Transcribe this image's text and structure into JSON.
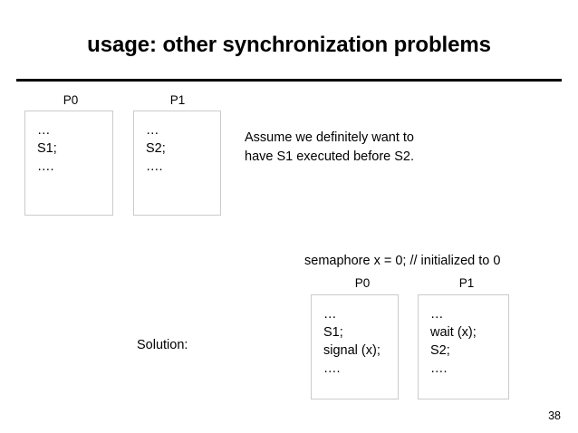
{
  "slide": {
    "title": "usage: other synchronization problems",
    "page_number": "38"
  },
  "top_section": {
    "processes": [
      {
        "label": "P0",
        "code": [
          "…",
          "S1;",
          "…."
        ]
      },
      {
        "label": "P1",
        "code": [
          "…",
          "S2;",
          "…."
        ]
      }
    ],
    "assumption": [
      "Assume we definitely want to",
      "have S1 executed before S2."
    ]
  },
  "bottom_section": {
    "solution_label": "Solution:",
    "semaphore_declaration": "semaphore x  = 0; // initialized to 0",
    "processes": [
      {
        "label": "P0",
        "code": [
          "…",
          "S1;",
          "signal (x);",
          "…."
        ]
      },
      {
        "label": "P1",
        "code": [
          "…",
          "wait (x);",
          "S2;",
          "…."
        ]
      }
    ]
  }
}
